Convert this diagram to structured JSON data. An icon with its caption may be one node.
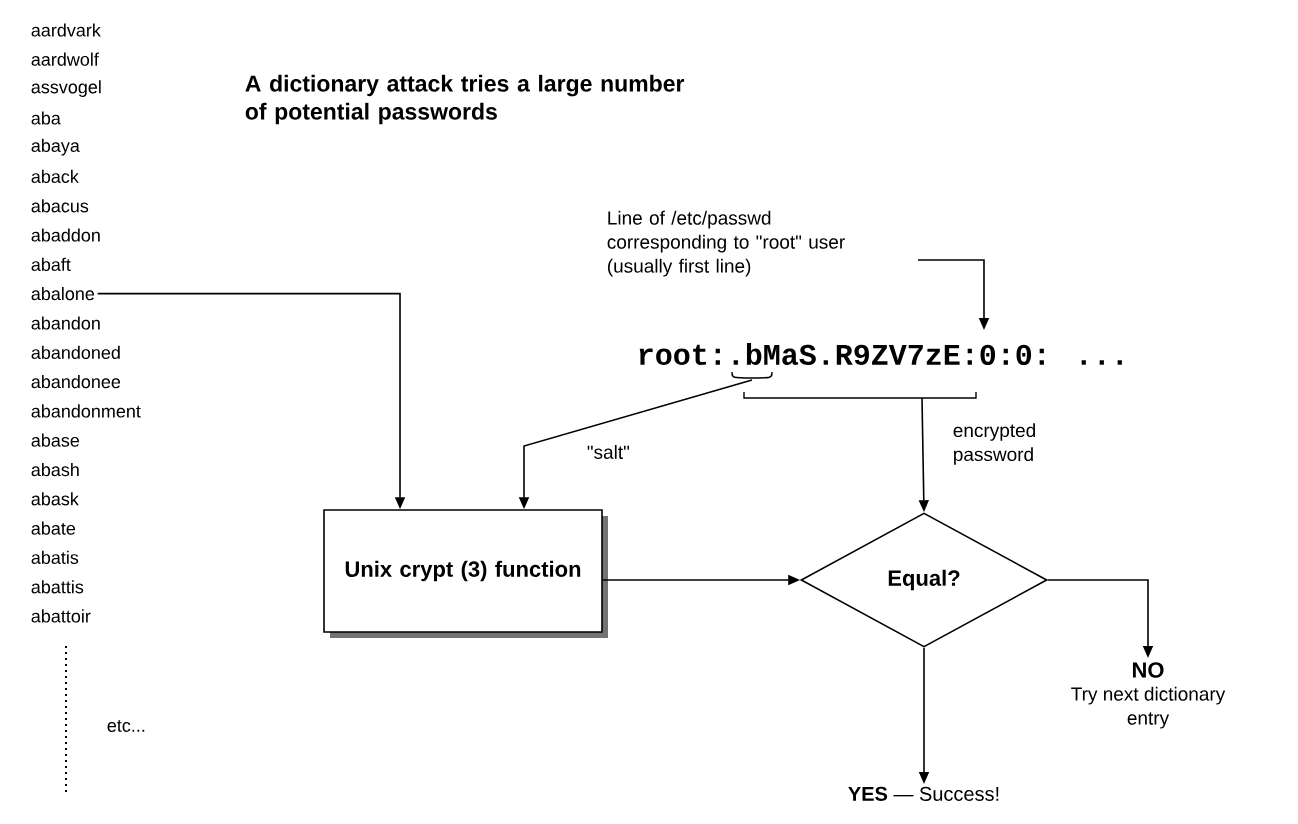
{
  "diagram": {
    "title": "A dictionary attack tries a large number of potential passwords",
    "nodes": [
      {
        "text": [
          "abalone"
        ]
      },
      {
        "text": [
          "Unix crypt (3) function"
        ]
      },
      {
        "text": [
          "Equal?"
        ]
      },
      {
        "text": [
          "NO",
          "Try next dictionary entry"
        ]
      },
      {
        "text": [
          "**YES** — Success!"
        ]
      },
      {
        "text": [
          "Line of /etc/passwd corresponding to \"root\" user (usually first line)"
        ]
      },
      {
        "text": [
          "root:.bMaS.R9ZV7zE:0:0: ..."
        ]
      }
    ],
    "edges": [
      {
        "from": 0,
        "to": 1,
        "arrow": "to"
      },
      {
        "from": 6,
        "to": 1,
        "arrow": "to",
        "label": "\"salt\""
      },
      {
        "from": 6,
        "to": 2,
        "arrow": "to",
        "label": "encrypted password"
      },
      {
        "from": 1,
        "to": 2,
        "arrow": "to"
      },
      {
        "from": 2,
        "to": 3,
        "arrow": "to"
      },
      {
        "from": 2,
        "to": 4,
        "arrow": "to"
      },
      {
        "from": 5,
        "to": 6,
        "arrow": "to"
      }
    ],
    "labels": [
      "aardvark",
      "aardwolf",
      "assvogel",
      "aba",
      "abaya",
      "aback",
      "abacus",
      "abaddon",
      "abaft",
      "abandon",
      "abandoned",
      "abandonee",
      "abandonment",
      "abase",
      "abash",
      "abask",
      "abate",
      "abatis",
      "abattis",
      "abattoir",
      "etc..."
    ]
  }
}
